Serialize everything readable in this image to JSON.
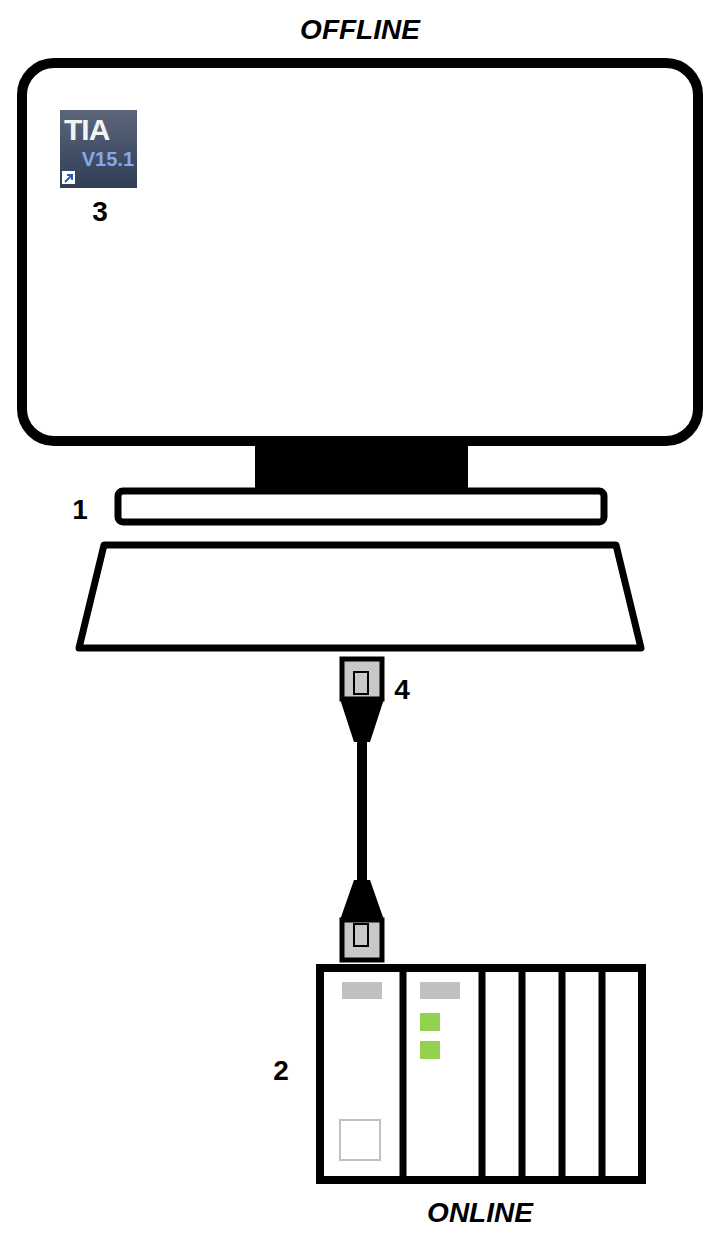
{
  "diagram": {
    "nodes": [
      {
        "text": [
          "TIA",
          "V15.1"
        ]
      }
    ],
    "edges": [],
    "labels": [
      "OFFLINE",
      "3",
      "1",
      "4",
      "2",
      "ONLINE"
    ]
  }
}
